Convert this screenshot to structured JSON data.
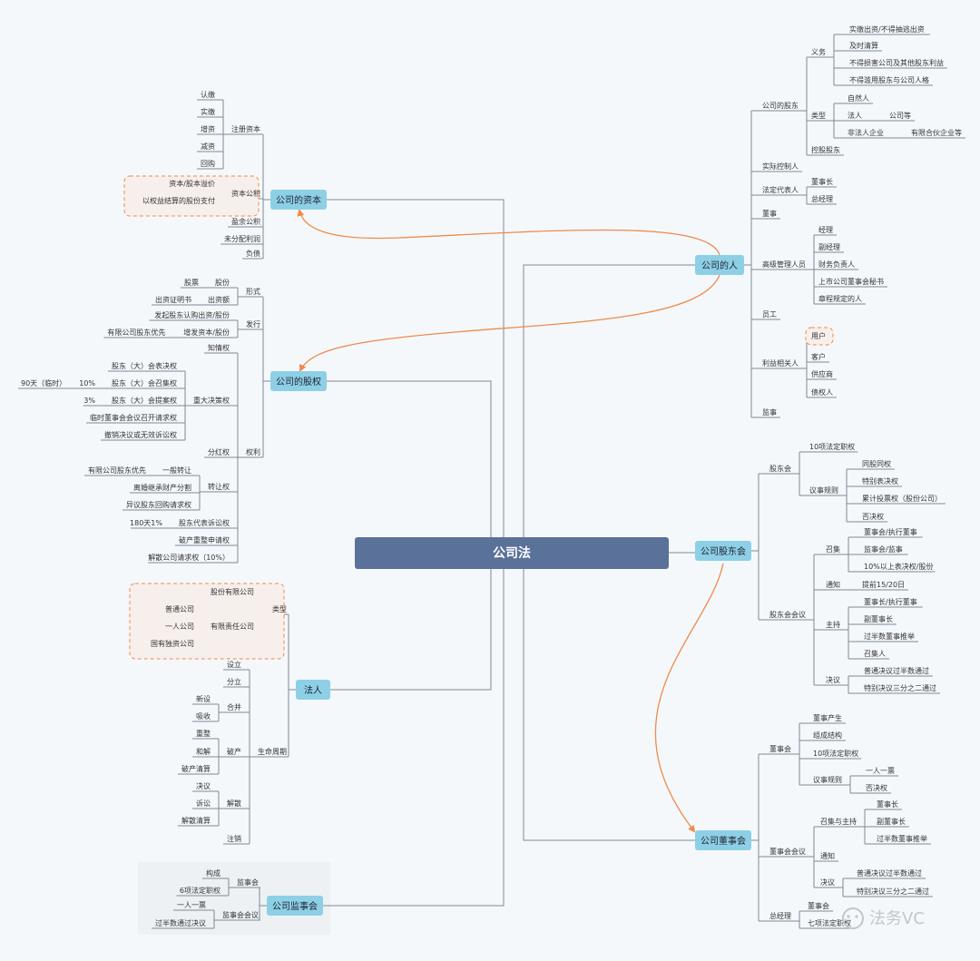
{
  "center": "公司法",
  "watermark": "法务VC",
  "branches": [
    {
      "key": "ziben",
      "label": "公司的资本",
      "children": [
        {
          "label": "注册资本",
          "children": [
            {
              "label": "认缴"
            },
            {
              "label": "实缴"
            },
            {
              "label": "增资"
            },
            {
              "label": "减资"
            },
            {
              "label": "回购"
            }
          ]
        },
        {
          "label": "资本公积",
          "highlight": true,
          "children": [
            {
              "label": "资本/股本溢价"
            },
            {
              "label": "以权益结算的股份支付"
            }
          ]
        },
        {
          "label": "盈余公积"
        },
        {
          "label": "未分配利润"
        },
        {
          "label": "负债"
        }
      ]
    },
    {
      "key": "guquan",
      "label": "公司的股权",
      "children": [
        {
          "label": "形式",
          "children": [
            {
              "label": "股份",
              "children": [
                {
                  "label": "股票"
                }
              ]
            },
            {
              "label": "出资额",
              "children": [
                {
                  "label": "出资证明书"
                }
              ]
            }
          ]
        },
        {
          "label": "发行",
          "children": [
            {
              "label": "发起股东认购出资/股份"
            },
            {
              "label": "增发资本/股份",
              "children": [
                {
                  "label": "有限公司股东优先"
                }
              ]
            }
          ]
        },
        {
          "label": "权利",
          "children": [
            {
              "label": "知情权"
            },
            {
              "label": "重大决策权",
              "children": [
                {
                  "label": "股东（大）会表决权"
                },
                {
                  "label": "股东（大）会召集权",
                  "children": [
                    {
                      "label": "10%",
                      "children": [
                        {
                          "label": "90天（临时）"
                        }
                      ]
                    }
                  ]
                },
                {
                  "label": "股东（大）会提案权",
                  "children": [
                    {
                      "label": "3%"
                    }
                  ]
                },
                {
                  "label": "临时董事会会议召开请求权"
                },
                {
                  "label": "撤销决议或无效诉讼权"
                }
              ]
            },
            {
              "label": "分红权"
            },
            {
              "label": "转让权",
              "children": [
                {
                  "label": "一般转让",
                  "children": [
                    {
                      "label": "有限公司股东优先"
                    }
                  ]
                },
                {
                  "label": "离婚继承财产分割"
                },
                {
                  "label": "异议股东回购请求权"
                }
              ]
            },
            {
              "label": "股东代表诉讼权",
              "children": [
                {
                  "label": "180天1%"
                }
              ]
            },
            {
              "label": "破产重整申请权"
            },
            {
              "label": "解散公司请求权（10%）"
            }
          ]
        }
      ]
    },
    {
      "key": "faren",
      "label": "法人",
      "children": [
        {
          "label": "类型",
          "highlight": true,
          "children": [
            {
              "label": "股份有限公司"
            },
            {
              "label": "有限责任公司",
              "children": [
                {
                  "label": "普通公司"
                },
                {
                  "label": "一人公司"
                },
                {
                  "label": "国有独资公司"
                }
              ]
            }
          ]
        },
        {
          "label": "生命周期",
          "children": [
            {
              "label": "设立"
            },
            {
              "label": "分立"
            },
            {
              "label": "合并",
              "children": [
                {
                  "label": "新设"
                },
                {
                  "label": "吸收"
                }
              ]
            },
            {
              "label": "破产",
              "children": [
                {
                  "label": "重整"
                },
                {
                  "label": "和解"
                },
                {
                  "label": "破产清算"
                }
              ]
            },
            {
              "label": "解散",
              "children": [
                {
                  "label": "决议"
                },
                {
                  "label": "诉讼"
                },
                {
                  "label": "解散清算"
                }
              ]
            },
            {
              "label": "注销"
            }
          ]
        }
      ]
    },
    {
      "key": "jianshihui",
      "label": "公司监事会",
      "children": [
        {
          "label": "监事会",
          "children": [
            {
              "label": "构成"
            },
            {
              "label": "6项法定职权"
            }
          ]
        },
        {
          "label": "监事会会议",
          "children": [
            {
              "label": "一人一票"
            },
            {
              "label": "过半数通过决议"
            }
          ]
        }
      ]
    },
    {
      "key": "ren",
      "label": "公司的人",
      "children": [
        {
          "label": "公司的股东",
          "children": [
            {
              "label": "义务",
              "children": [
                {
                  "label": "实缴出资/不得抽逃出资"
                },
                {
                  "label": "及时清算"
                },
                {
                  "label": "不得损害公司及其他股东利益"
                },
                {
                  "label": "不得滥用股东与公司人格"
                }
              ]
            },
            {
              "label": "类型",
              "children": [
                {
                  "label": "自然人"
                },
                {
                  "label": "法人",
                  "children": [
                    {
                      "label": "公司等"
                    }
                  ]
                },
                {
                  "label": "非法人企业",
                  "children": [
                    {
                      "label": "有限合伙企业等"
                    }
                  ]
                }
              ]
            },
            {
              "label": "控股股东"
            }
          ]
        },
        {
          "label": "实际控制人"
        },
        {
          "label": "法定代表人",
          "children": [
            {
              "label": "董事长"
            },
            {
              "label": "总经理"
            }
          ]
        },
        {
          "label": "董事"
        },
        {
          "label": "高级管理人员",
          "children": [
            {
              "label": "经理"
            },
            {
              "label": "副经理"
            },
            {
              "label": "财务负责人"
            },
            {
              "label": "上市公司董事会秘书"
            },
            {
              "label": "章程规定的人"
            }
          ]
        },
        {
          "label": "员工"
        },
        {
          "label": "利益相关人",
          "children": [
            {
              "label": "用户",
              "highlight": true
            },
            {
              "label": "客户"
            },
            {
              "label": "供应商"
            },
            {
              "label": "债权人"
            }
          ]
        },
        {
          "label": "监事"
        }
      ]
    },
    {
      "key": "gudonghui",
      "label": "公司股东会",
      "children": [
        {
          "label": "股东会",
          "children": [
            {
              "label": "10项法定职权"
            },
            {
              "label": "议事规则",
              "children": [
                {
                  "label": "同股同权"
                },
                {
                  "label": "特别表决权"
                },
                {
                  "label": "累计投票权（股份公司）"
                },
                {
                  "label": "否决权"
                }
              ]
            }
          ]
        },
        {
          "label": "股东会会议",
          "children": [
            {
              "label": "召集",
              "children": [
                {
                  "label": "董事会/执行董事"
                },
                {
                  "label": "监事会/监事"
                },
                {
                  "label": "10%以上表决权/股份"
                }
              ]
            },
            {
              "label": "通知",
              "children": [
                {
                  "label": "提前15/20日"
                }
              ]
            },
            {
              "label": "主持",
              "children": [
                {
                  "label": "董事长/执行董事"
                },
                {
                  "label": "副董事长"
                },
                {
                  "label": "过半数董事推举"
                },
                {
                  "label": "召集人"
                }
              ]
            },
            {
              "label": "决议",
              "children": [
                {
                  "label": "普通决议过半数通过"
                },
                {
                  "label": "特别决议三分之二通过"
                }
              ]
            }
          ]
        }
      ]
    },
    {
      "key": "dongshihui",
      "label": "公司董事会",
      "children": [
        {
          "label": "董事会",
          "children": [
            {
              "label": "董事产生"
            },
            {
              "label": "组成结构"
            },
            {
              "label": "10项法定职权"
            },
            {
              "label": "议事规则",
              "children": [
                {
                  "label": "一人一票"
                },
                {
                  "label": "否决权"
                }
              ]
            }
          ]
        },
        {
          "label": "董事会会议",
          "children": [
            {
              "label": "召集与主持",
              "children": [
                {
                  "label": "董事长"
                },
                {
                  "label": "副董事长"
                },
                {
                  "label": "过半数董事推举"
                }
              ]
            },
            {
              "label": "通知"
            },
            {
              "label": "决议",
              "children": [
                {
                  "label": "普通决议过半数通过"
                },
                {
                  "label": "特别决议三分之二通过"
                }
              ]
            }
          ]
        },
        {
          "label": "总经理",
          "children": [
            {
              "label": "董事会"
            },
            {
              "label": "七项法定职权"
            }
          ]
        }
      ]
    }
  ],
  "colors": {
    "background": "#f4f8fb",
    "center": "#5a7199",
    "main": "#8dd0e6",
    "line": "#7e8a94",
    "arrow": "#f08a4b",
    "highlight": "#f08a4b"
  }
}
